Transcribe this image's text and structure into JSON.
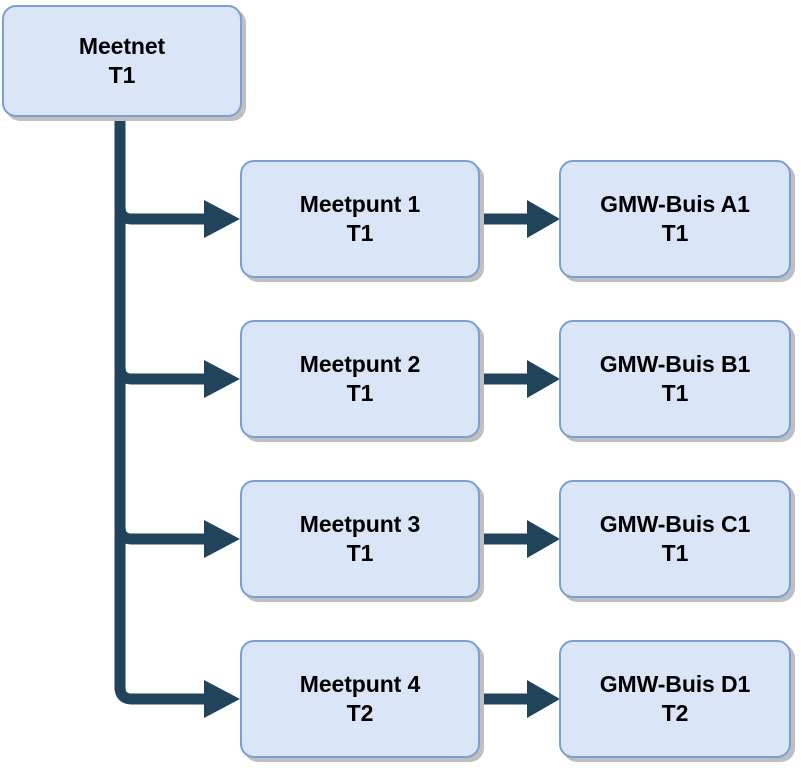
{
  "diagram": {
    "type": "hierarchy-flowchart",
    "orientation": "left-to-right",
    "language": "nl",
    "colors": {
      "node_fill": "#dae6f8",
      "node_border": "#7b9fd0",
      "node_shadow": "#bfbfbf",
      "connector": "#21435c",
      "text": "#000000",
      "background": "#ffffff"
    },
    "root": {
      "id": "meetnet",
      "title": "Meetnet",
      "sub": "T1"
    },
    "rows": [
      {
        "id": "row-1",
        "meetpunt": {
          "id": "meetpunt-1",
          "title": "Meetpunt 1",
          "sub": "T1"
        },
        "gmw": {
          "id": "gmw-buis-a1",
          "title": "GMW-Buis A1",
          "sub": "T1"
        }
      },
      {
        "id": "row-2",
        "meetpunt": {
          "id": "meetpunt-2",
          "title": "Meetpunt 2",
          "sub": "T1"
        },
        "gmw": {
          "id": "gmw-buis-b1",
          "title": "GMW-Buis B1",
          "sub": "T1"
        }
      },
      {
        "id": "row-3",
        "meetpunt": {
          "id": "meetpunt-3",
          "title": "Meetpunt 3",
          "sub": "T1"
        },
        "gmw": {
          "id": "gmw-buis-c1",
          "title": "GMW-Buis C1",
          "sub": "T1"
        }
      },
      {
        "id": "row-4",
        "meetpunt": {
          "id": "meetpunt-4",
          "title": "Meetpunt 4",
          "sub": "T2"
        },
        "gmw": {
          "id": "gmw-buis-d1",
          "title": "GMW-Buis D1",
          "sub": "T2"
        }
      }
    ],
    "edges": [
      {
        "from": "meetnet",
        "to": "meetpunt-1",
        "style": "elbow-arrow"
      },
      {
        "from": "meetnet",
        "to": "meetpunt-2",
        "style": "elbow-arrow"
      },
      {
        "from": "meetnet",
        "to": "meetpunt-3",
        "style": "elbow-arrow"
      },
      {
        "from": "meetnet",
        "to": "meetpunt-4",
        "style": "elbow-arrow"
      },
      {
        "from": "meetpunt-1",
        "to": "gmw-buis-a1",
        "style": "straight-arrow"
      },
      {
        "from": "meetpunt-2",
        "to": "gmw-buis-b1",
        "style": "straight-arrow"
      },
      {
        "from": "meetpunt-3",
        "to": "gmw-buis-c1",
        "style": "straight-arrow"
      },
      {
        "from": "meetpunt-4",
        "to": "gmw-buis-d1",
        "style": "straight-arrow"
      }
    ]
  }
}
